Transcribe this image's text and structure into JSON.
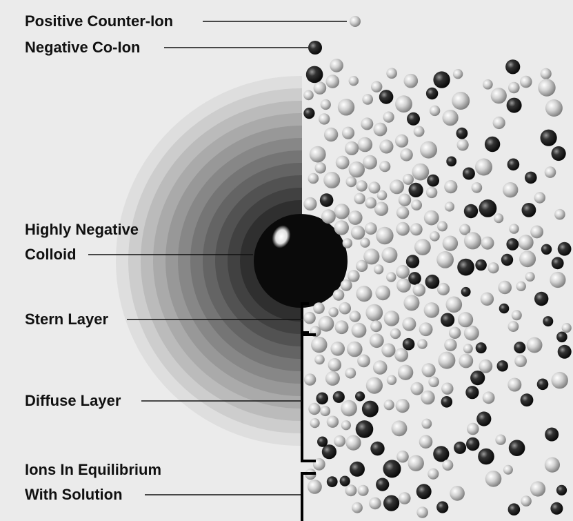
{
  "labels": {
    "positive_counter_ion": "Positive Counter-Ion",
    "negative_co_ion": "Negative Co-Ion",
    "highly_negative_colloid_line1": "Highly Negative",
    "highly_negative_colloid_line2": "Colloid",
    "stern_layer": "Stern Layer",
    "diffuse_layer": "Diffuse Layer",
    "ions_in_equilibrium_line1": "Ions In Equilibrium",
    "ions_in_equilibrium_line2": "With Solution"
  },
  "colors": {
    "background": "#ebebeb",
    "colloid": "#0a0a0a",
    "positive_ion": "#c8c8c8",
    "negative_ion": "#1e1e1e",
    "leader_line": "#111111"
  }
}
